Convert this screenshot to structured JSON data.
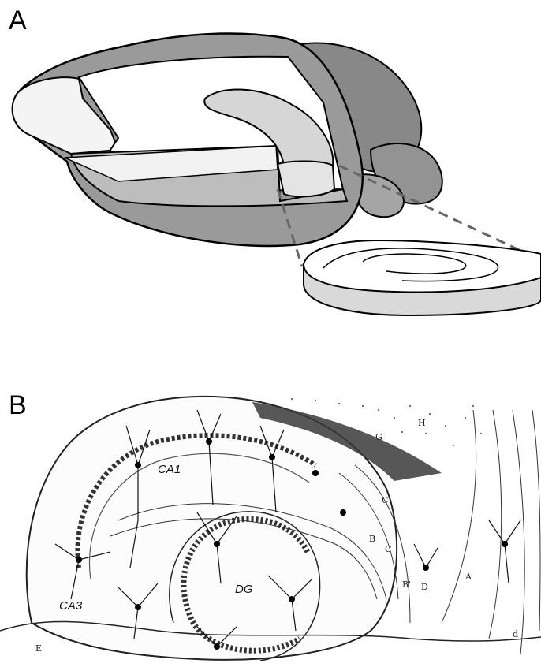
{
  "panels": {
    "a": {
      "letter": "A"
    },
    "b": {
      "letter": "B",
      "region_labels": {
        "ca1": "CA1",
        "ca3": "CA3",
        "dg": "DG"
      },
      "engraving_letters": {
        "h": "H",
        "g": "G",
        "c_upper": "C",
        "b": "B",
        "c": "C",
        "b_prime": "B'",
        "d": "D",
        "a": "A",
        "d_lower": "d",
        "e": "E"
      }
    }
  }
}
